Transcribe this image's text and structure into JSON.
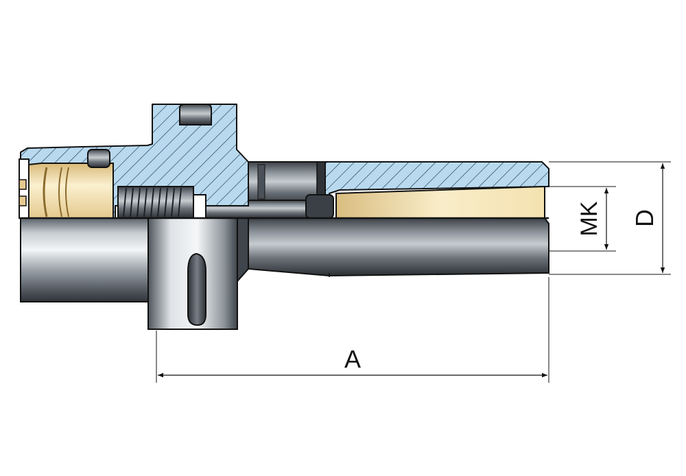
{
  "labels": {
    "length": "A",
    "diameter": "D",
    "taper": "MK"
  },
  "colors": {
    "section_fill": "#b9d9ee",
    "hatch": "#1b3a55",
    "steel_dark": "#3b4047",
    "steel_light": "#e7ebee",
    "bore": "#f2dfae",
    "outline": "#111111"
  }
}
